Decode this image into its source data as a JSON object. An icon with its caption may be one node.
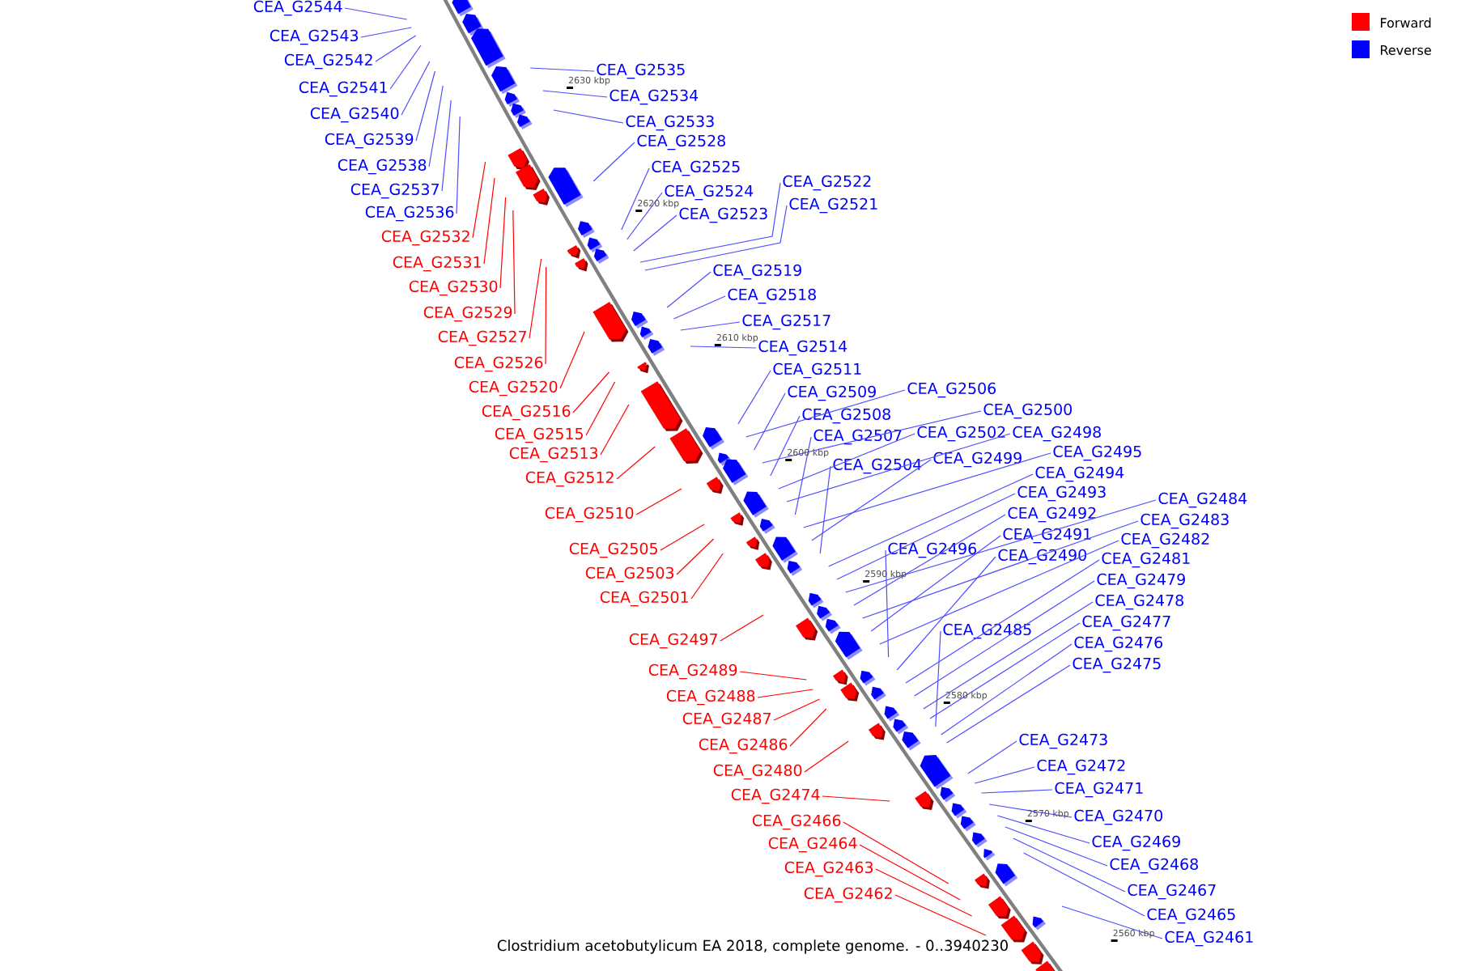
{
  "diagram": {
    "caption": "Clostridium acetobutylicum EA 2018, complete genome. - 0..3940230",
    "nodes": [
      {
        "text": [
          "CEA_G2544"
        ]
      },
      {
        "text": [
          "CEA_G2543"
        ]
      },
      {
        "text": [
          "CEA_G2542"
        ]
      },
      {
        "text": [
          "CEA_G2541"
        ]
      },
      {
        "text": [
          "CEA_G2540"
        ]
      },
      {
        "text": [
          "CEA_G2539"
        ]
      },
      {
        "text": [
          "CEA_G2538"
        ]
      },
      {
        "text": [
          "CEA_G2537"
        ]
      },
      {
        "text": [
          "CEA_G2536"
        ]
      },
      {
        "text": [
          "CEA_G2532"
        ]
      },
      {
        "text": [
          "CEA_G2531"
        ]
      },
      {
        "text": [
          "CEA_G2530"
        ]
      },
      {
        "text": [
          "CEA_G2529"
        ]
      },
      {
        "text": [
          "CEA_G2527"
        ]
      },
      {
        "text": [
          "CEA_G2526"
        ]
      },
      {
        "text": [
          "CEA_G2520"
        ]
      },
      {
        "text": [
          "CEA_G2516"
        ]
      },
      {
        "text": [
          "CEA_G2515"
        ]
      },
      {
        "text": [
          "CEA_G2513"
        ]
      },
      {
        "text": [
          "CEA_G2512"
        ]
      },
      {
        "text": [
          "CEA_G2510"
        ]
      },
      {
        "text": [
          "CEA_G2505"
        ]
      },
      {
        "text": [
          "CEA_G2503"
        ]
      },
      {
        "text": [
          "CEA_G2501"
        ]
      },
      {
        "text": [
          "CEA_G2497"
        ]
      },
      {
        "text": [
          "CEA_G2489"
        ]
      },
      {
        "text": [
          "CEA_G2488"
        ]
      },
      {
        "text": [
          "CEA_G2487"
        ]
      },
      {
        "text": [
          "CEA_G2486"
        ]
      },
      {
        "text": [
          "CEA_G2480"
        ]
      },
      {
        "text": [
          "CEA_G2474"
        ]
      },
      {
        "text": [
          "CEA_G2466"
        ]
      },
      {
        "text": [
          "CEA_G2464"
        ]
      },
      {
        "text": [
          "CEA_G2463"
        ]
      },
      {
        "text": [
          "CEA_G2462"
        ]
      },
      {
        "text": [
          "CEA_G2535"
        ]
      },
      {
        "text": [
          "CEA_G2534"
        ]
      },
      {
        "text": [
          "CEA_G2533"
        ]
      },
      {
        "text": [
          "CEA_G2528"
        ]
      },
      {
        "text": [
          "CEA_G2525"
        ]
      },
      {
        "text": [
          "CEA_G2522"
        ]
      },
      {
        "text": [
          "CEA_G2524"
        ]
      },
      {
        "text": [
          "CEA_G2521"
        ]
      },
      {
        "text": [
          "CEA_G2523"
        ]
      },
      {
        "text": [
          "CEA_G2519"
        ]
      },
      {
        "text": [
          "CEA_G2518"
        ]
      },
      {
        "text": [
          "CEA_G2517"
        ]
      },
      {
        "text": [
          "CEA_G2514"
        ]
      },
      {
        "text": [
          "CEA_G2511"
        ]
      },
      {
        "text": [
          "CEA_G2509"
        ]
      },
      {
        "text": [
          "CEA_G2506"
        ]
      },
      {
        "text": [
          "CEA_G2508"
        ]
      },
      {
        "text": [
          "CEA_G2500"
        ]
      },
      {
        "text": [
          "CEA_G2507"
        ]
      },
      {
        "text": [
          "CEA_G2502"
        ]
      },
      {
        "text": [
          "CEA_G2498"
        ]
      },
      {
        "text": [
          "CEA_G2504"
        ]
      },
      {
        "text": [
          "CEA_G2499"
        ]
      },
      {
        "text": [
          "CEA_G2495"
        ]
      },
      {
        "text": [
          "CEA_G2494"
        ]
      },
      {
        "text": [
          "CEA_G2493"
        ]
      },
      {
        "text": [
          "CEA_G2492"
        ]
      },
      {
        "text": [
          "CEA_G2491"
        ]
      },
      {
        "text": [
          "CEA_G2490"
        ]
      },
      {
        "text": [
          "CEA_G2496"
        ]
      },
      {
        "text": [
          "CEA_G2484"
        ]
      },
      {
        "text": [
          "CEA_G2483"
        ]
      },
      {
        "text": [
          "CEA_G2482"
        ]
      },
      {
        "text": [
          "CEA_G2481"
        ]
      },
      {
        "text": [
          "CEA_G2479"
        ]
      },
      {
        "text": [
          "CEA_G2478"
        ]
      },
      {
        "text": [
          "CEA_G2477"
        ]
      },
      {
        "text": [
          "CEA_G2485"
        ]
      },
      {
        "text": [
          "CEA_G2476"
        ]
      },
      {
        "text": [
          "CEA_G2475"
        ]
      },
      {
        "text": [
          "CEA_G2473"
        ]
      },
      {
        "text": [
          "CEA_G2472"
        ]
      },
      {
        "text": [
          "CEA_G2471"
        ]
      },
      {
        "text": [
          "CEA_G2470"
        ]
      },
      {
        "text": [
          "CEA_G2469"
        ]
      },
      {
        "text": [
          "CEA_G2468"
        ]
      },
      {
        "text": [
          "CEA_G2467"
        ]
      },
      {
        "text": [
          "CEA_G2465"
        ]
      },
      {
        "text": [
          "CEA_G2461"
        ]
      }
    ],
    "edges": [
      {
        "from": 0,
        "to": null,
        "arrow": "none"
      },
      {
        "from": 1,
        "to": null,
        "arrow": "none"
      },
      {
        "from": 2,
        "to": null,
        "arrow": "none"
      },
      {
        "from": 3,
        "to": null,
        "arrow": "none"
      },
      {
        "from": 4,
        "to": null,
        "arrow": "none"
      },
      {
        "from": 5,
        "to": null,
        "arrow": "none"
      },
      {
        "from": 6,
        "to": null,
        "arrow": "none"
      },
      {
        "from": 7,
        "to": null,
        "arrow": "none"
      },
      {
        "from": 8,
        "to": null,
        "arrow": "none"
      },
      {
        "from": 9,
        "to": null,
        "arrow": "none",
        "color": "#ff0000"
      },
      {
        "from": 10,
        "to": null,
        "arrow": "none",
        "color": "#ff0000"
      },
      {
        "from": 11,
        "to": null,
        "arrow": "none",
        "color": "#ff0000"
      },
      {
        "from": 12,
        "to": null,
        "arrow": "none",
        "color": "#ff0000"
      },
      {
        "from": 13,
        "to": null,
        "arrow": "none",
        "color": "#ff0000"
      },
      {
        "from": 14,
        "to": null,
        "arrow": "none",
        "color": "#ff0000"
      },
      {
        "from": 15,
        "to": null,
        "arrow": "none",
        "color": "#ff0000"
      },
      {
        "from": 16,
        "to": null,
        "arrow": "none",
        "color": "#ff0000"
      },
      {
        "from": 17,
        "to": null,
        "arrow": "none",
        "color": "#ff0000"
      },
      {
        "from": 18,
        "to": null,
        "arrow": "none",
        "color": "#ff0000"
      },
      {
        "from": 19,
        "to": null,
        "arrow": "none",
        "color": "#ff0000"
      },
      {
        "from": 20,
        "to": null,
        "arrow": "none",
        "color": "#ff0000"
      },
      {
        "from": 21,
        "to": null,
        "arrow": "none",
        "color": "#ff0000"
      },
      {
        "from": 22,
        "to": null,
        "arrow": "none",
        "color": "#ff0000"
      },
      {
        "from": 23,
        "to": null,
        "arrow": "none",
        "color": "#ff0000"
      },
      {
        "from": 24,
        "to": null,
        "arrow": "none",
        "color": "#ff0000"
      },
      {
        "from": 25,
        "to": null,
        "arrow": "none",
        "color": "#ff0000"
      },
      {
        "from": 26,
        "to": null,
        "arrow": "none",
        "color": "#ff0000"
      },
      {
        "from": 27,
        "to": null,
        "arrow": "none",
        "color": "#ff0000"
      },
      {
        "from": 28,
        "to": null,
        "arrow": "none",
        "color": "#ff0000"
      },
      {
        "from": 29,
        "to": null,
        "arrow": "none",
        "color": "#ff0000"
      },
      {
        "from": 30,
        "to": null,
        "arrow": "none",
        "color": "#ff0000"
      },
      {
        "from": 31,
        "to": null,
        "arrow": "none",
        "color": "#ff0000"
      },
      {
        "from": 32,
        "to": null,
        "arrow": "none",
        "color": "#ff0000"
      },
      {
        "from": 33,
        "to": null,
        "arrow": "none",
        "color": "#ff0000"
      },
      {
        "from": 34,
        "to": null,
        "arrow": "none",
        "color": "#ff0000"
      },
      {
        "from": 35,
        "to": null,
        "arrow": "none"
      },
      {
        "from": 36,
        "to": null,
        "arrow": "none"
      },
      {
        "from": 37,
        "to": null,
        "arrow": "none"
      },
      {
        "from": 38,
        "to": null,
        "arrow": "none"
      },
      {
        "from": 39,
        "to": null,
        "arrow": "none"
      },
      {
        "from": 40,
        "to": null,
        "arrow": "none"
      },
      {
        "from": 41,
        "to": null,
        "arrow": "none"
      },
      {
        "from": 42,
        "to": null,
        "arrow": "none"
      },
      {
        "from": 43,
        "to": null,
        "arrow": "none"
      },
      {
        "from": 44,
        "to": null,
        "arrow": "none"
      },
      {
        "from": 45,
        "to": null,
        "arrow": "none"
      },
      {
        "from": 46,
        "to": null,
        "arrow": "none"
      },
      {
        "from": 47,
        "to": null,
        "arrow": "none"
      },
      {
        "from": 48,
        "to": null,
        "arrow": "none"
      },
      {
        "from": 49,
        "to": null,
        "arrow": "none"
      },
      {
        "from": 50,
        "to": null,
        "arrow": "none"
      },
      {
        "from": 51,
        "to": null,
        "arrow": "none"
      },
      {
        "from": 52,
        "to": null,
        "arrow": "none"
      },
      {
        "from": 53,
        "to": null,
        "arrow": "none"
      },
      {
        "from": 54,
        "to": null,
        "arrow": "none"
      },
      {
        "from": 55,
        "to": null,
        "arrow": "none"
      },
      {
        "from": 56,
        "to": null,
        "arrow": "none"
      },
      {
        "from": 57,
        "to": null,
        "arrow": "none"
      },
      {
        "from": 58,
        "to": null,
        "arrow": "none"
      },
      {
        "from": 59,
        "to": null,
        "arrow": "none"
      },
      {
        "from": 60,
        "to": null,
        "arrow": "none"
      },
      {
        "from": 61,
        "to": null,
        "arrow": "none"
      },
      {
        "from": 62,
        "to": null,
        "arrow": "none"
      },
      {
        "from": 63,
        "to": null,
        "arrow": "none"
      },
      {
        "from": 64,
        "to": null,
        "arrow": "none"
      },
      {
        "from": 65,
        "to": null,
        "arrow": "none"
      },
      {
        "from": 66,
        "to": null,
        "arrow": "none"
      },
      {
        "from": 67,
        "to": null,
        "arrow": "none"
      },
      {
        "from": 68,
        "to": null,
        "arrow": "none"
      },
      {
        "from": 69,
        "to": null,
        "arrow": "none"
      },
      {
        "from": 70,
        "to": null,
        "arrow": "none"
      },
      {
        "from": 71,
        "to": null,
        "arrow": "none"
      },
      {
        "from": 72,
        "to": null,
        "arrow": "none"
      },
      {
        "from": 73,
        "to": null,
        "arrow": "none"
      },
      {
        "from": 74,
        "to": null,
        "arrow": "none"
      },
      {
        "from": 75,
        "to": null,
        "arrow": "none"
      },
      {
        "from": 76,
        "to": null,
        "arrow": "none"
      },
      {
        "from": 77,
        "to": null,
        "arrow": "none"
      },
      {
        "from": 78,
        "to": null,
        "arrow": "none"
      },
      {
        "from": 79,
        "to": null,
        "arrow": "none"
      },
      {
        "from": 80,
        "to": null,
        "arrow": "none"
      },
      {
        "from": 81,
        "to": null,
        "arrow": "none"
      },
      {
        "from": 82,
        "to": null,
        "arrow": "none"
      },
      {
        "from": 83,
        "to": null,
        "arrow": "none"
      }
    ],
    "labels": [
      "2630 kbp",
      "2620 kbp",
      "2610 kbp",
      "2600 kbp",
      "2590 kbp",
      "2580 kbp",
      "2570 kbp",
      "2560 kbp"
    ],
    "legend": [
      {
        "text": "Forward",
        "color": "#ff0000"
      },
      {
        "text": "Reverse",
        "color": "#0000ff"
      }
    ]
  }
}
